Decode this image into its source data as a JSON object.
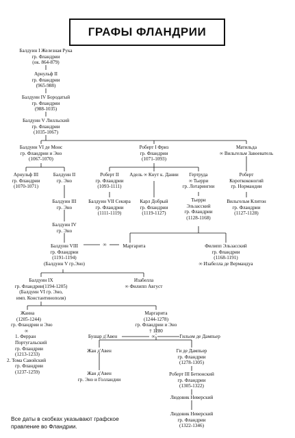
{
  "title": "ГРАФЫ ФЛАНДРИИ",
  "marriage_symbol": "∞",
  "footnote": [
    "Все даты в скобках указывают графское",
    "правление во Фландрии."
  ],
  "persons": {
    "baldwin1": [
      "Балдуин I Железная Рука",
      "гр. Фландрии",
      "(ок. 864-879)"
    ],
    "arnulf1": [
      "Арнульф II",
      "гр. Фландрии",
      "(965-988)"
    ],
    "baldwin4": [
      "Балдуин IV Бородатый",
      "гр. Фландрии",
      "(988-1035)"
    ],
    "baldwin5": [
      "Балдуин V Лилльский",
      "гр. Фландрии",
      "(1035-1067)"
    ],
    "baldwin6": [
      "Балдуин VI де Монс",
      "гр. Фландрии и Эно",
      "(1067-1070)"
    ],
    "robert1": [
      "Роберт I Фриз",
      "гр. Фландрии",
      "(1071-1093)"
    ],
    "matilda": [
      "Матильда",
      "∞ Вильгельм Завоеватель"
    ],
    "arnulf3": [
      "Арнульф III",
      "гр. Фландрии",
      "(1070-1071)"
    ],
    "baldwin2eno": [
      "Балдуин II",
      "гр. Эно"
    ],
    "robert2": [
      "Роберт II",
      "гр. Фландрии",
      "(1093-1111)"
    ],
    "adela": [
      "Адель ∞ Кнут к. Дании"
    ],
    "gertrude": [
      "Гертруда",
      "∞ Тьерри",
      "гр. Лотарингии"
    ],
    "robert_curthose": [
      "Роберт",
      "Короткоконогий",
      "гр. Нормандии"
    ],
    "baldwin3eno": [
      "Балдуин III",
      "гр. Эно"
    ],
    "baldwin7": [
      "Балдуин VII Секира",
      "гр. Фландрии",
      "(1111-1119)"
    ],
    "charles": [
      "Карл Добрый",
      "гр. Фландрии",
      "(1119-1127)"
    ],
    "thierry": [
      "Тьерри",
      "Эльзасский",
      "гр. Фландрии",
      "(1128-1168)"
    ],
    "william_clito": [
      "Вильгельм Клитон",
      "гр. Фландрии",
      "(1127-1128)"
    ],
    "baldwin4eno": [
      "Балдуин IV",
      "гр. Эно"
    ],
    "baldwin8": [
      "Балдуин VIII",
      "гр. Фландрии",
      "(1191-1194)",
      "(Балдуин V гр.Эно)"
    ],
    "margaret_a": [
      "Маргарита"
    ],
    "philip": [
      "Филипп Эльзасский",
      "гр. Фландрии",
      "(1168-1191)",
      "∞ Изабелла де Вермандуа"
    ],
    "baldwin9": [
      "Балдуин IX",
      "гр. Фландрии(1194-1205)",
      "(Балдуин VI гр. Эно,",
      "имп. Константинополя)"
    ],
    "isabella": [
      "Изабелла",
      "∞ Филипп Август"
    ],
    "joan": [
      "Жанна",
      "(1205-1244)",
      "гр. Фландрии и Эно",
      "∞",
      "1. Ферран",
      "Португальский",
      "гр. Фландрии",
      "(1213-1233)",
      "2. Тома Савойский",
      "гр. Фландрии",
      "(1237-1259)"
    ],
    "margaret_b": [
      "Маргарита",
      "(1244-1278)",
      "гр. Фландрии и Эно",
      "† 1280"
    ],
    "bouchard": [
      "Бушар д'Авен"
    ],
    "guillaume": [
      "Гильом де Дампьер"
    ],
    "jean_avesnes": [
      "Жан д'Авен"
    ],
    "guy": [
      "Ги де Дампьер",
      "гр. Фландрии",
      "(1278-1305)"
    ],
    "jean_avesnes2": [
      "Жан д'Авен",
      "гр. Эно и Голландии"
    ],
    "robert3": [
      "Роберт III Бетюнский",
      "гр. Фландрии",
      "(1305-1322)"
    ],
    "louis_a": [
      "Людовик Неверский"
    ],
    "louis_b": [
      "Людовик Неверский",
      "гр. Фландрии",
      "(1322-1346)"
    ]
  }
}
